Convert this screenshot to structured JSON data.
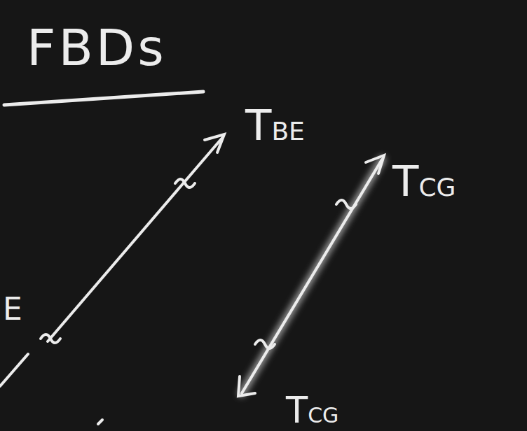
{
  "diagram": {
    "title": "FBDs",
    "labels": [
      "TBE",
      "TCG",
      "TCG",
      "E"
    ]
  }
}
